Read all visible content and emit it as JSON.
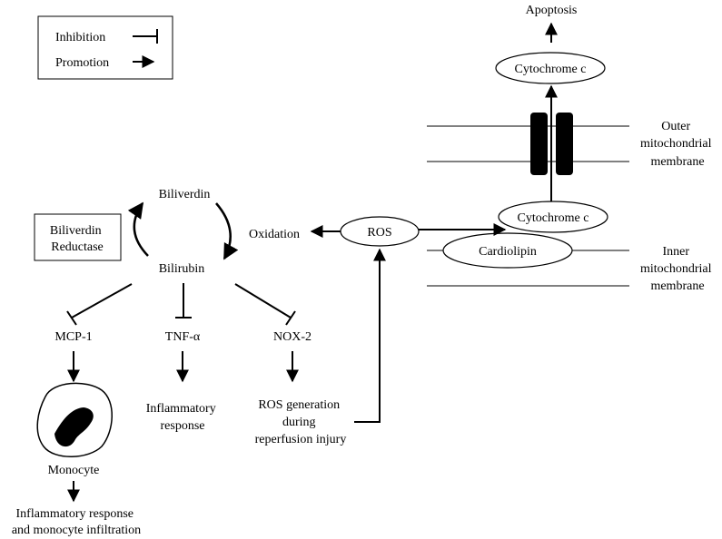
{
  "legend": {
    "inhibition": "Inhibition",
    "promotion": "Promotion"
  },
  "nodes": {
    "apoptosis": "Apoptosis",
    "cytochrome_c_outer": "Cytochrome c",
    "outer_membrane": [
      "Outer",
      "mitochondrial",
      "membrane"
    ],
    "biliverdin": "Biliverdin",
    "biliverdin_reductase": [
      "Biliverdin",
      "Reductase"
    ],
    "oxidation": "Oxidation",
    "ros": "ROS",
    "cytochrome_c_inner": "Cytochrome c",
    "cardiolipin": "Cardiolipin",
    "inner_membrane": [
      "Inner",
      "mitochondrial",
      "membrane"
    ],
    "bilirubin": "Bilirubin",
    "mcp1": "MCP-1",
    "tnf_alpha": "TNF-α",
    "nox2": "NOX-2",
    "monocyte": "Monocyte",
    "inflammatory_response": [
      "Inflammatory",
      "response"
    ],
    "ros_generation": [
      "ROS generation",
      "during",
      "reperfusion injury"
    ],
    "monocyte_outcome": [
      "Inflammatory response",
      "and monocyte infiltration"
    ]
  }
}
